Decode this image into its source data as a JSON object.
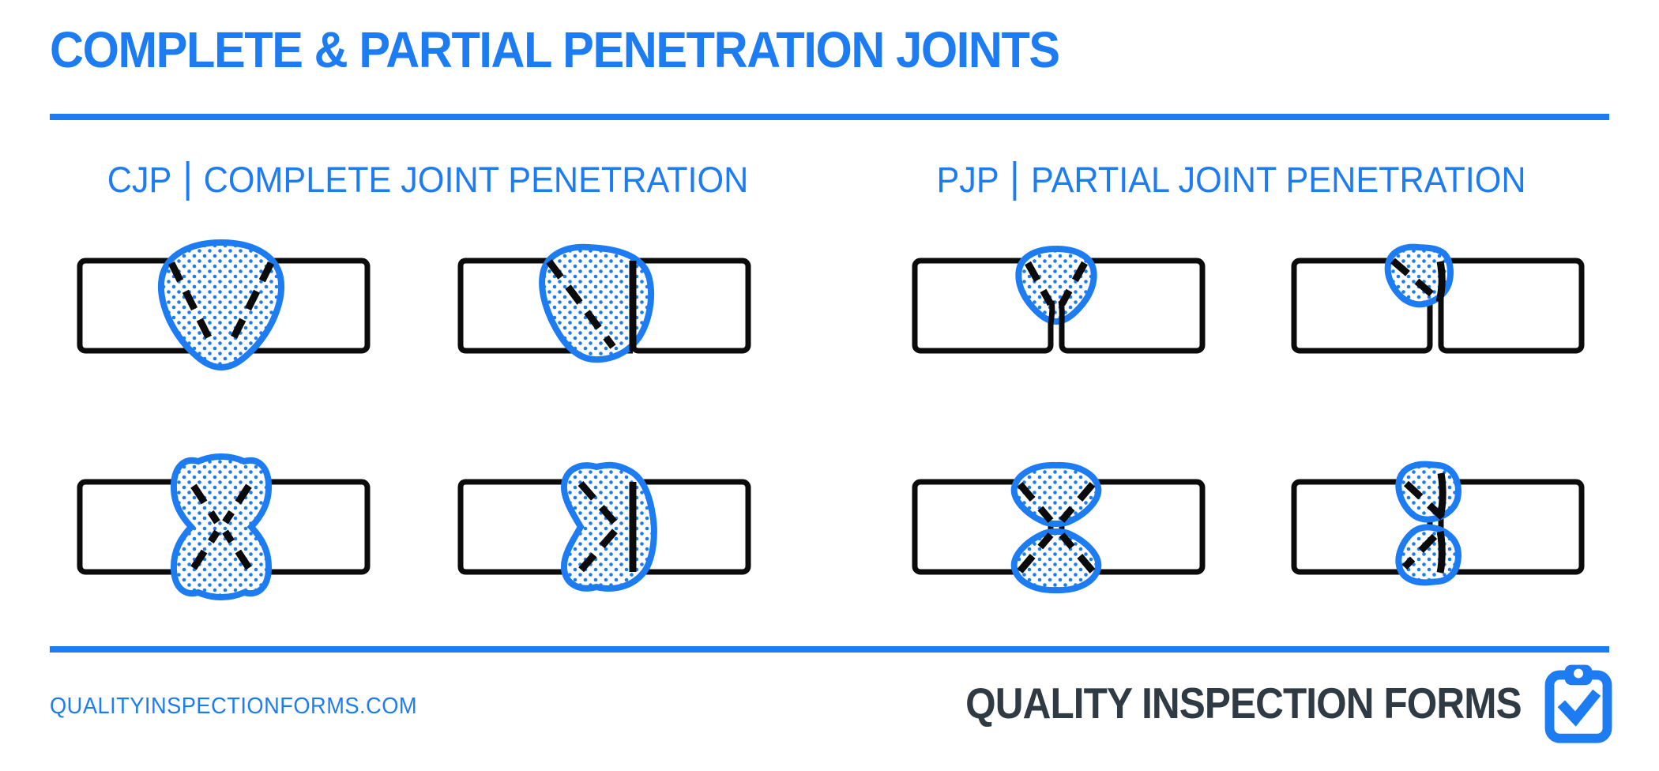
{
  "header": {
    "title": "COMPLETE & PARTIAL PENETRATION JOINTS"
  },
  "sections": [
    {
      "abbr": "CJP",
      "name": "COMPLETE JOINT PENETRATION",
      "diagrams": [
        "cjp-single-v-groove-butt-weld",
        "cjp-single-bevel-groove-weld",
        "cjp-double-v-groove-butt-weld",
        "cjp-double-bevel-groove-weld"
      ]
    },
    {
      "abbr": "PJP",
      "name": "PARTIAL JOINT PENETRATION",
      "diagrams": [
        "pjp-single-v-groove-butt-weld",
        "pjp-single-bevel-groove-weld",
        "pjp-double-v-groove-butt-weld",
        "pjp-double-bevel-groove-weld"
      ]
    }
  ],
  "footer": {
    "website": "QUALITYINSPECTIONFORMS.COM",
    "brand": "QUALITY INSPECTION FORMS",
    "logo_icon": "clipboard-check-icon"
  },
  "colors": {
    "accent_blue": "#1E7CF2",
    "line_black": "#0B0B0B",
    "brand_text": "#2F3A43",
    "background": "#FFFFFF"
  }
}
